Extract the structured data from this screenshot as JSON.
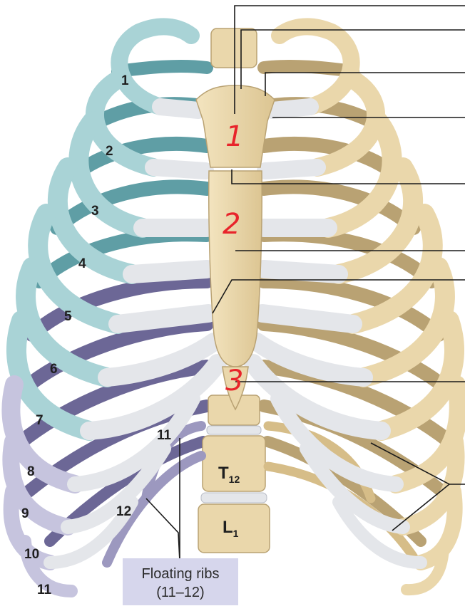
{
  "colors": {
    "true_ribs": "#a9d3d6",
    "true_ribs_dark": "#5f9ea5",
    "false_ribs": "#9c98bf",
    "false_ribs_dark": "#6c6796",
    "floating_ribs": "#9c98bf",
    "bone": "#ead7ab",
    "bone_dark": "#b9a273",
    "cartilage": "#e4e6ea",
    "cartilage_dark": "#b8bcc6",
    "label_box": "#d6d6ec",
    "handwriting": "#e8242b"
  },
  "rib_numbers": [
    "1",
    "2",
    "3",
    "4",
    "5",
    "6",
    "7",
    "8",
    "9",
    "10",
    "11",
    "11",
    "12"
  ],
  "vertebra_labels": {
    "t12_main": "T",
    "t12_sub": "12",
    "l1_main": "L",
    "l1_sub": "1"
  },
  "annotations": [
    "1",
    "2",
    "3"
  ],
  "floating_box": {
    "line1": "Floating ribs",
    "line2": "(11–12)"
  }
}
